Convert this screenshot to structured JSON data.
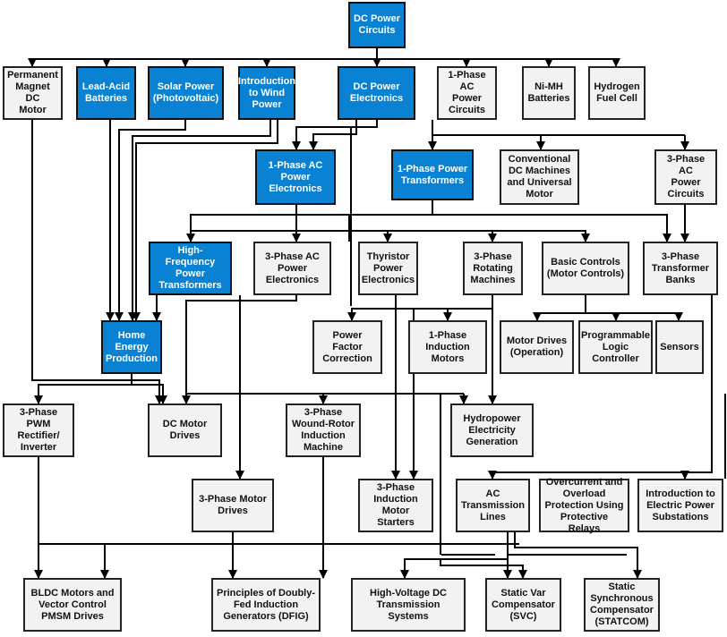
{
  "colors": {
    "highlight": "#0a82d4",
    "default": "#f2f2f2",
    "line": "#000000"
  },
  "nodes": {
    "dc_power_circuits": {
      "label": "DC Power\nCircuits",
      "highlighted": true
    },
    "permanent_magnet_dc_motor": {
      "label": "Permanent\nMagnet DC\nMotor",
      "highlighted": false
    },
    "lead_acid_batteries": {
      "label": "Lead-Acid\nBatteries",
      "highlighted": true
    },
    "solar_power": {
      "label": "Solar Power\n(Photovoltaic)",
      "highlighted": true
    },
    "intro_wind_power": {
      "label": "Introduction\nto Wind\nPower",
      "highlighted": true
    },
    "dc_power_electronics": {
      "label": "DC Power\nElectronics",
      "highlighted": true
    },
    "one_phase_ac_power_circuits": {
      "label": "1-Phase AC\nPower\nCircuits",
      "highlighted": false
    },
    "nimh_batteries": {
      "label": "Ni-MH\nBatteries",
      "highlighted": false
    },
    "hydrogen_fuel_cell": {
      "label": "Hydrogen\nFuel Cell",
      "highlighted": false
    },
    "one_phase_ac_power_electronics": {
      "label": "1-Phase AC\nPower\nElectronics",
      "highlighted": true
    },
    "one_phase_power_transformers": {
      "label": "1-Phase Power\nTransformers",
      "highlighted": true
    },
    "conventional_dc_machines": {
      "label": "Conventional\nDC Machines\nand Universal\nMotor",
      "highlighted": false
    },
    "three_phase_ac_power_circuits": {
      "label": "3-Phase AC\nPower\nCircuits",
      "highlighted": false
    },
    "high_frequency_power_transformers": {
      "label": "High-Frequency\nPower\nTransformers",
      "highlighted": true
    },
    "three_phase_ac_power_electronics": {
      "label": "3-Phase AC\nPower\nElectronics",
      "highlighted": false
    },
    "thyristor_power_electronics": {
      "label": "Thyristor\nPower\nElectronics",
      "highlighted": false
    },
    "three_phase_rotating_machines": {
      "label": "3-Phase\nRotating\nMachines",
      "highlighted": false
    },
    "basic_controls": {
      "label": "Basic Controls\n(Motor Controls)",
      "highlighted": false
    },
    "three_phase_transformer_banks": {
      "label": "3-Phase\nTransformer\nBanks",
      "highlighted": false
    },
    "home_energy_production": {
      "label": "Home\nEnergy\nProduction",
      "highlighted": true
    },
    "power_factor_correction": {
      "label": "Power Factor\nCorrection",
      "highlighted": false
    },
    "one_phase_induction_motors": {
      "label": "1-Phase\nInduction\nMotors",
      "highlighted": false
    },
    "motor_drives_operation": {
      "label": "Motor Drives\n(Operation)",
      "highlighted": false
    },
    "programmable_logic_controller": {
      "label": "Programmable\nLogic\nController",
      "highlighted": false
    },
    "sensors": {
      "label": "Sensors",
      "highlighted": false
    },
    "three_phase_pwm_rectifier": {
      "label": "3-Phase PWM\nRectifier/\nInverter",
      "highlighted": false
    },
    "dc_motor_drives": {
      "label": "DC Motor\nDrives",
      "highlighted": false
    },
    "three_phase_wound_rotor": {
      "label": "3-Phase\nWound-Rotor\nInduction\nMachine",
      "highlighted": false
    },
    "hydropower_electricity_generation": {
      "label": "Hydropower\nElectricity\nGeneration",
      "highlighted": false
    },
    "three_phase_motor_drives": {
      "label": "3-Phase Motor\nDrives",
      "highlighted": false
    },
    "three_phase_induction_motor_starters": {
      "label": "3-Phase\nInduction\nMotor Starters",
      "highlighted": false
    },
    "ac_transmission_lines": {
      "label": "AC\nTransmission\nLines",
      "highlighted": false
    },
    "overcurrent_overload_protection": {
      "label": "Overcurrent and\nOverload\nProtection Using\nProtective Relays",
      "highlighted": false
    },
    "intro_electric_power_substations": {
      "label": "Introduction to\nElectric Power\nSubstations",
      "highlighted": false
    },
    "bldc_motors_vector_control": {
      "label": "BLDC Motors and\nVector Control\nPMSM Drives",
      "highlighted": false
    },
    "principles_dfig": {
      "label": "Principles of Doubly-\nFed Induction\nGenerators (DFIG)",
      "highlighted": false
    },
    "hvdc_transmission": {
      "label": "High-Voltage DC\nTransmission Systems",
      "highlighted": false
    },
    "static_var_compensator": {
      "label": "Static Var\nCompensator\n(SVC)",
      "highlighted": false
    },
    "statcom": {
      "label": "Static\nSynchronous\nCompensator\n(STATCOM)",
      "highlighted": false
    }
  }
}
